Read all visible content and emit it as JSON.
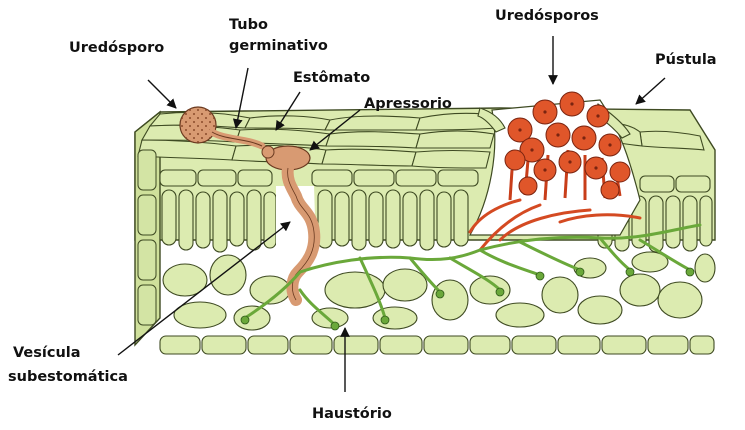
{
  "labels": {
    "uredosporo": "Uredósporo",
    "tubo_line1": "Tubo",
    "tubo_line2": "germinativo",
    "estomato": "Estômato",
    "apressorio": "Apressorio",
    "uredosporos": "Uredósporos",
    "pustula": "Pústula",
    "vesicula_line1": "Vesícula",
    "vesicula_line2": "subestomática",
    "haustorio": "Haustório"
  },
  "colors": {
    "leaf_cell_fill": "#dcebb0",
    "leaf_cell_stroke": "#3e4a22",
    "intercellular": "#ffffff",
    "fungus_early": "#d89a72",
    "spore_mass": "#e0562a",
    "hyphae": "#6aa83a",
    "pustule_hyphae": "#d44a22"
  }
}
